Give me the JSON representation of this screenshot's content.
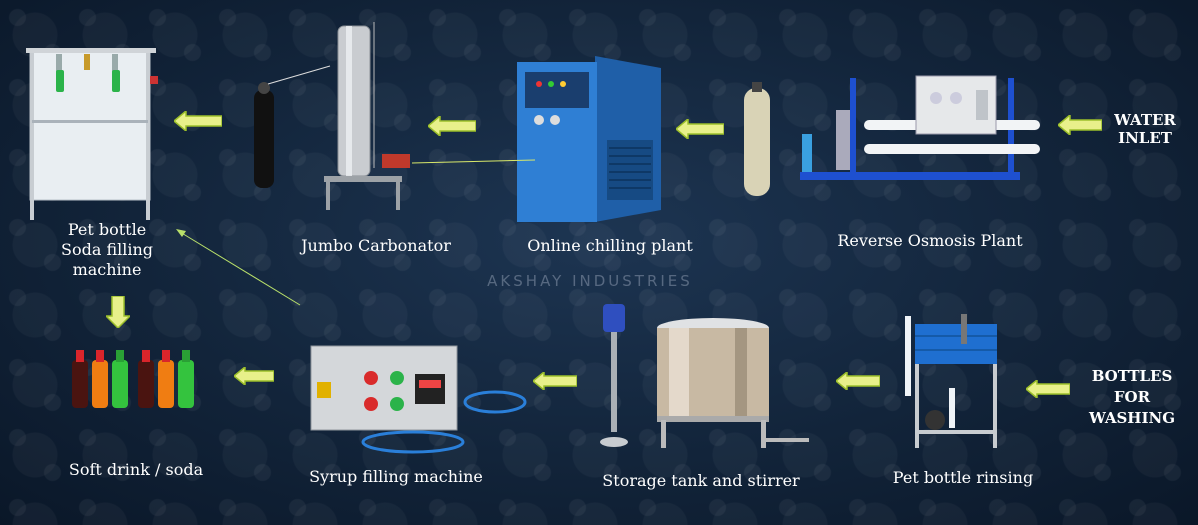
{
  "watermark": "AKSHAY INDUSTRIES",
  "steps": {
    "pet_bottle_soda_filling": "Pet bottle\nSoda filling\nmachine",
    "jumbo_carbonator": "Jumbo Carbonator",
    "online_chilling_plant": "Online chilling plant",
    "reverse_osmosis": "Reverse Osmosis Plant",
    "water_inlet": "WATER\nINLET",
    "soft_drink": "Soft drink / soda",
    "syrup_filling": "Syrup filling machine",
    "storage_tank": "Storage tank and stirrer",
    "pet_bottle_rinsing": "Pet bottle rinsing",
    "bottles_for_washing": "BOTTLES\nFOR\nWASHING"
  },
  "colors": {
    "arrow": "#e8f08a",
    "arrow_stroke": "#9cbf2a",
    "background": "#14283f",
    "text": "#ffffff"
  }
}
